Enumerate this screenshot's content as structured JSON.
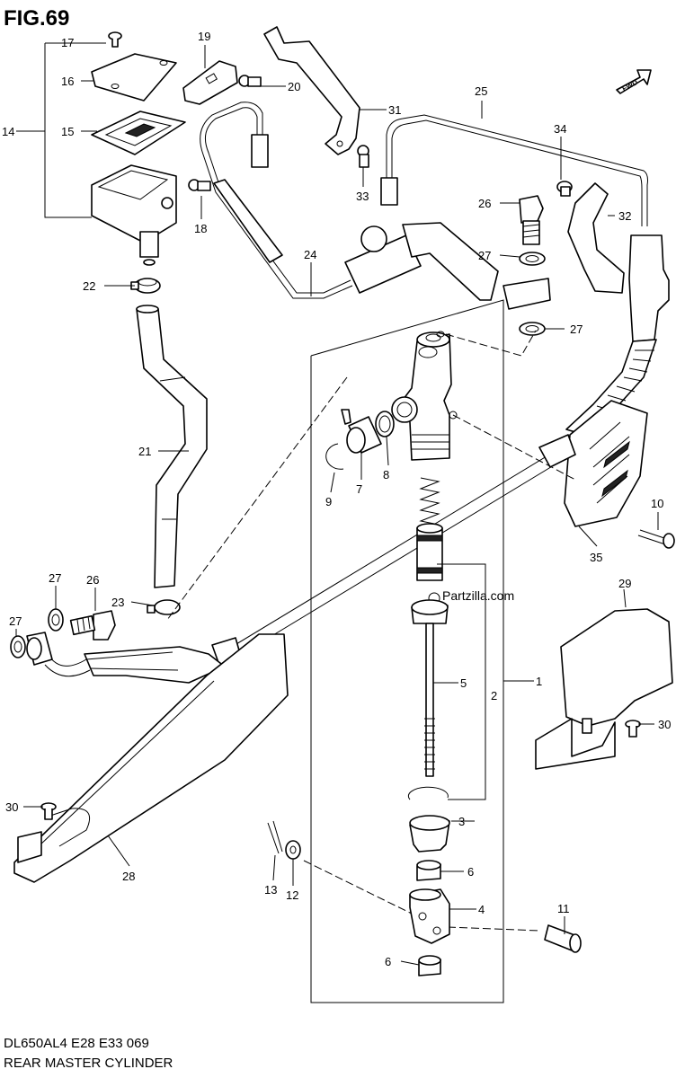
{
  "figure": {
    "title": "FIG.69",
    "model_line": "DL650AL4  E28  E33  069",
    "subtitle": "REAR MASTER CYLINDER",
    "watermark": "Partzilla.com",
    "fwd_label": "FWD"
  },
  "callouts": [
    "17",
    "16",
    "15",
    "14",
    "19",
    "20",
    "18",
    "22",
    "21",
    "31",
    "33",
    "25",
    "34",
    "26",
    "32",
    "24",
    "27",
    "27",
    "1",
    "9",
    "7",
    "8",
    "10",
    "35",
    "29",
    "30",
    "5",
    "2",
    "3",
    "6",
    "4",
    "6",
    "11",
    "13",
    "12",
    "26",
    "27",
    "23",
    "27",
    "30",
    "28"
  ],
  "colors": {
    "ink": "#000000",
    "background": "#ffffff",
    "shade": "#bbbbbb"
  }
}
